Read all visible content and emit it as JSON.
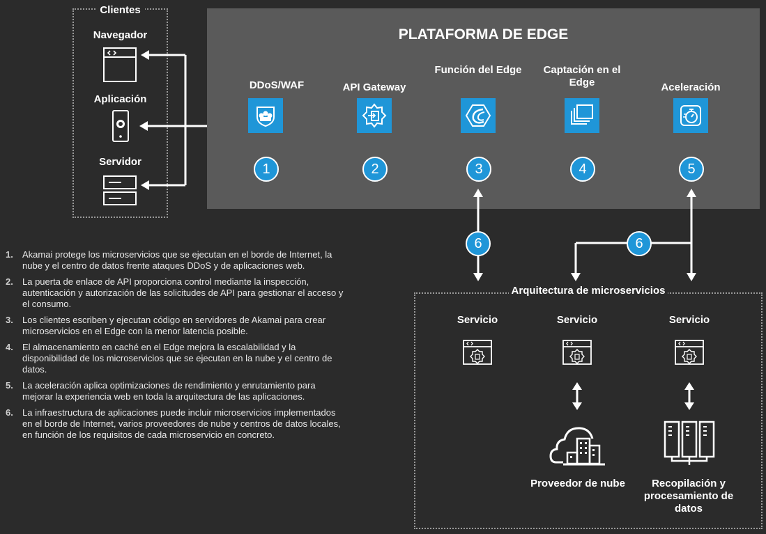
{
  "clients": {
    "title": "Clientes",
    "items": [
      {
        "label": "Navegador",
        "icon": "browser-icon"
      },
      {
        "label": "Aplicación",
        "icon": "mobile-app-icon"
      },
      {
        "label": "Servidor",
        "icon": "server-icon"
      }
    ]
  },
  "platform": {
    "title": "PLATAFORMA DE EDGE",
    "services": [
      {
        "label": "DDoS/WAF",
        "number": "1",
        "icon": "shield-icon"
      },
      {
        "label": "API Gateway",
        "number": "2",
        "icon": "api-gateway-icon"
      },
      {
        "label": "Función del Edge",
        "number": "3",
        "icon": "edge-function-icon"
      },
      {
        "label": "Captación en el Edge",
        "number": "4",
        "icon": "edge-cache-icon"
      },
      {
        "label": "Aceleración",
        "number": "5",
        "icon": "stopwatch-icon"
      }
    ]
  },
  "connector_number": "6",
  "architecture": {
    "title": "Arquitectura de microservicios",
    "services": [
      {
        "label": "Servicio"
      },
      {
        "label": "Servicio"
      },
      {
        "label": "Servicio"
      }
    ],
    "backends": [
      {
        "label": "Proveedor de nube",
        "icon": "cloud-building-icon"
      },
      {
        "label": "Recopilación y procesamiento de datos",
        "icon": "data-center-icon"
      }
    ]
  },
  "notes": [
    {
      "num": "1.",
      "text": "Akamai protege los microservicios que se ejecutan en el borde de Internet, la nube y el centro de datos frente ataques DDoS y de aplicaciones web."
    },
    {
      "num": "2.",
      "text": "La puerta de enlace de API proporciona control mediante la inspección, autenticación y autorización de las solicitudes de API para gestionar el acceso y el consumo."
    },
    {
      "num": "3.",
      "text": "Los clientes escriben y ejecutan código en servidores de Akamai para crear microservicios en el Edge con la menor latencia posible."
    },
    {
      "num": "4.",
      "text": "El almacenamiento en caché en el Edge mejora la escalabilidad y la disponibilidad de los microservicios que se ejecutan en la nube y el centro de datos."
    },
    {
      "num": "5.",
      "text": "La aceleración aplica optimizaciones de rendimiento y enrutamiento para mejorar la experiencia web en toda la arquitectura de las aplicaciones."
    },
    {
      "num": "6.",
      "text": "La infraestructura de aplicaciones puede incluir microservicios implementados en el borde de Internet, varios proveedores de nube y centros de datos locales, en función de los requisitos de cada microservicio en concreto."
    }
  ],
  "colors": {
    "background": "#2b2b2b",
    "platform": "#5a5a5a",
    "accent": "#1f96d8"
  }
}
